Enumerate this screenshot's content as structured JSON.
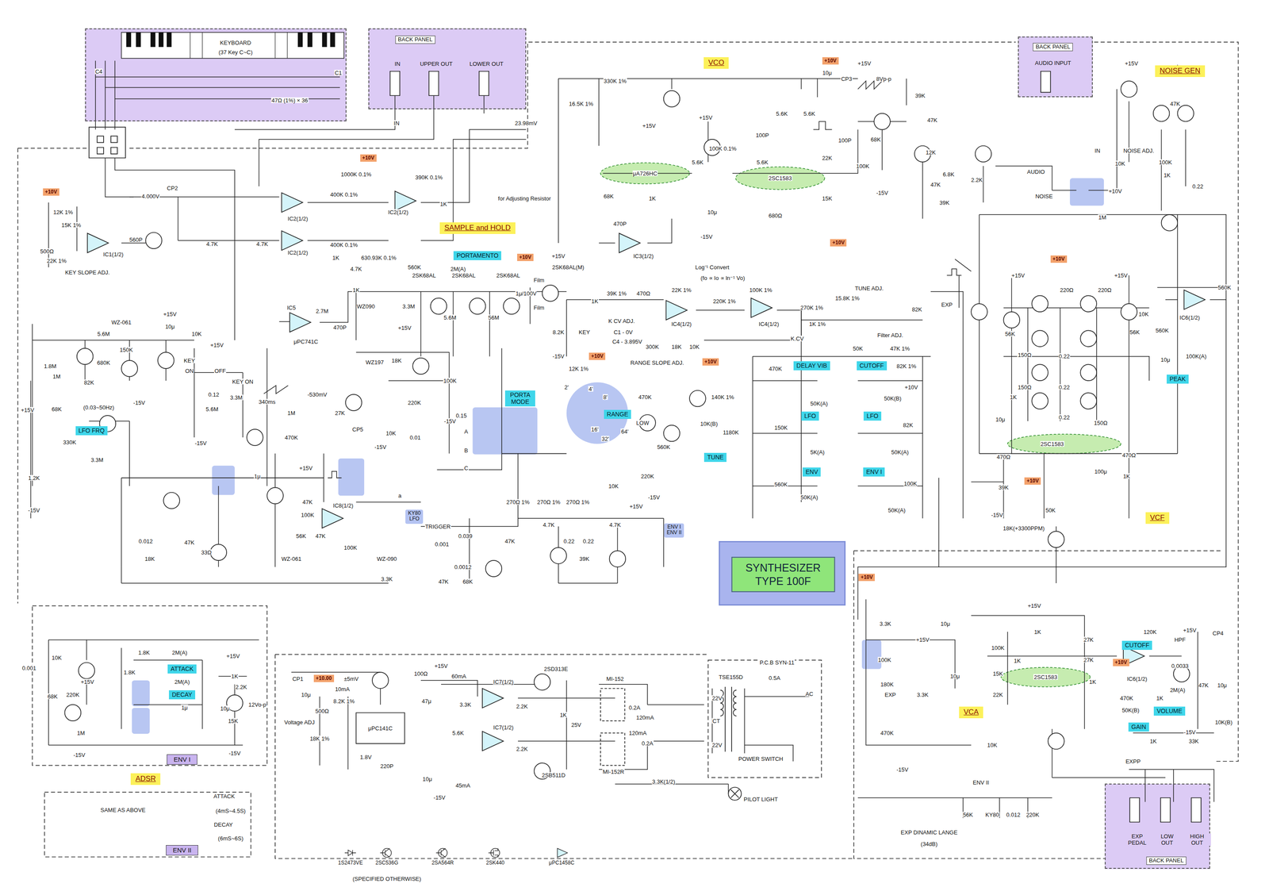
{
  "diagram": {
    "nodes": [
      {
        "text": [
          "KEYBOARD",
          "(37 Key C~C)"
        ]
      },
      {
        "text": [
          "BACK PANEL",
          "IN",
          "UPPER OUT",
          "LOWER OUT"
        ]
      },
      {
        "text": [
          "VCO"
        ]
      },
      {
        "text": [
          "+10V"
        ]
      },
      {
        "text": [
          "BACK PANEL",
          "AUDIO INPUT"
        ]
      },
      {
        "text": [
          "NOISE GEN"
        ]
      },
      {
        "text": [
          "+10V"
        ]
      },
      {
        "text": [
          "+10V"
        ]
      },
      {
        "text": [
          "SAMPLE and HOLD"
        ]
      },
      {
        "text": [
          "PORTAMENTO"
        ]
      },
      {
        "text": [
          "+10V"
        ]
      },
      {
        "text": [
          "+10V"
        ]
      },
      {
        "text": [
          "+10V"
        ]
      },
      {
        "text": [
          "+10V"
        ]
      },
      {
        "text": [
          "+10V"
        ]
      },
      {
        "text": [
          "DELAY VIB"
        ]
      },
      {
        "text": [
          "CUTOFF"
        ]
      },
      {
        "text": [
          "PEAK"
        ]
      },
      {
        "text": [
          "PORTA MODE"
        ]
      },
      {
        "text": [
          "RANGE"
        ]
      },
      {
        "text": [
          "LFO"
        ]
      },
      {
        "text": [
          "LFO"
        ]
      },
      {
        "text": [
          "LFO FRQ"
        ]
      },
      {
        "text": [
          "TUNE"
        ]
      },
      {
        "text": [
          "ENV"
        ]
      },
      {
        "text": [
          "ENV I"
        ]
      },
      {
        "text": [
          "+10V"
        ]
      },
      {
        "text": [
          "KY80",
          "LFO"
        ]
      },
      {
        "text": [
          "ENV I",
          "ENV II"
        ]
      },
      {
        "text": [
          "VCF"
        ]
      },
      {
        "text": [
          "SYNTHESIZER TYPE 100F"
        ]
      },
      {
        "text": [
          "+10V"
        ]
      },
      {
        "text": [
          "CUTOFF"
        ]
      },
      {
        "text": [
          "+10V"
        ]
      },
      {
        "text": [
          "ATTACK"
        ]
      },
      {
        "text": [
          "+10.00"
        ]
      },
      {
        "text": [
          "DECAY"
        ]
      },
      {
        "text": [
          "VCA"
        ]
      },
      {
        "text": [
          "VOLUME"
        ]
      },
      {
        "text": [
          "GAIN"
        ]
      },
      {
        "text": [
          "ENV I"
        ]
      },
      {
        "text": [
          "ADSR"
        ]
      },
      {
        "text": [
          "EXP PEDAL",
          "LOW OUT",
          "HIGH OUT",
          "BACK PANEL"
        ]
      },
      {
        "text": [
          "ENV II"
        ]
      }
    ],
    "labels": [
      "C4",
      "C1",
      "47Ω (1%) × 36",
      "IN",
      "4.000V",
      "CP2",
      "12K 1%",
      "15K 1%",
      "500Ω",
      "22K 1%",
      "KEY SLOPE ADJ.",
      "IC1(1/2)",
      "560P",
      "4.7K",
      "4.7K",
      "IC2(1/2)",
      "IC2(1/2)",
      "400K 0.1%",
      "400K 0.1%",
      "1K",
      "630.93K 0.1%",
      "1000K 0.1%",
      "IC2(1/2)",
      "390K 0.1%",
      "1K",
      "for Adjusting Resistor",
      "23.98mV",
      "16.5K 1%",
      "330K 1%",
      "μA726HC",
      "68K",
      "1K",
      "470P",
      "IC3(1/2)",
      "100P",
      "5.6K",
      "5.6K",
      "5.6K",
      "5.6K",
      "100K 0.1%",
      "2SC1583",
      "680Ω",
      "22K",
      "15K",
      "100P",
      "10μ",
      "10μ",
      "Log⁻¹ Convert",
      "(fo ∝ Io ∝ ln⁻¹ Vo)",
      "CP3",
      "8Vp-p",
      "39K",
      "68K",
      "47K",
      "12K",
      "47K",
      "6.8K",
      "2.2K",
      "39K",
      "100K",
      "-15V",
      "AUDIO",
      "NOISE",
      "IN",
      "NOISE ADJ.",
      "10K",
      "100K",
      "47K",
      "1M",
      "+10V",
      "0.22",
      "1K",
      "4.7K",
      "IC5",
      "μPC741C",
      "2.7M",
      "470P",
      "1K",
      "WZ090",
      "WZ197",
      "18K",
      "560K",
      "2SK68AL",
      "2SK68AL",
      "2SK68AL",
      "2M(A)",
      "3.3M",
      "5.6M",
      "56M",
      "Film",
      "1μ/100V",
      "Film",
      "2SK68AL(M)",
      "8.2K",
      "-15V",
      "KEY",
      "C1 - 0V",
      "C4 - 3.895V",
      "K CV ADJ.",
      "1K",
      "39K 1%",
      "470Ω",
      "22K 1%",
      "IC4(1/2)",
      "100K 1%",
      "220K 1%",
      "IC4(1/2)",
      "K.CV",
      "300K",
      "18K",
      "10K",
      "RANGE SLOPE ADJ.",
      "470K",
      "12K 1%",
      "220K",
      "100K",
      "0.15",
      "10K",
      "0.01",
      "-15V",
      "-15V",
      "27K",
      "A",
      "B",
      "C",
      "2'",
      "4'",
      "8'",
      "16'",
      "32'",
      "64'",
      "LOW",
      "270Ω 1%",
      "270Ω 1%",
      "270Ω 1%",
      "10K",
      "220K",
      "560K",
      "10K(B)",
      "1180K",
      "140K 1%",
      "-15V",
      "470K",
      "50K(A)",
      "150K",
      "5K(A)",
      "560K",
      "50K(A)",
      "82K 1%",
      "+10V",
      "50K(B)",
      "82K",
      "50K(A)",
      "100K",
      "50K(A)",
      "270K 1%",
      "15.8K 1%",
      "1K 1%",
      "TUNE ADJ.",
      "82K",
      "Filter ADJ.",
      "50K",
      "47K 1%",
      "EXP",
      "560K",
      "IC6(1/2)",
      "220Ω",
      "220Ω",
      "56K",
      "1K",
      "10μ",
      "0.22",
      "0.22",
      "0.22",
      "150Ω",
      "150Ω",
      "150Ω",
      "2SC1583",
      "470Ω",
      "470Ω",
      "10K",
      "56K",
      "560K",
      "100K(A)",
      "10μ",
      "100μ",
      "1K",
      "-15V",
      "39K",
      "18K(+3300PPM)",
      "50K",
      "120K",
      "HPF",
      "0.0033",
      "IC6(1/2)",
      "27K",
      "27K",
      "1K",
      "1K",
      "15K",
      "100K",
      "2SC1583",
      "1K",
      "22K",
      "2M(A)",
      "1K",
      "47K",
      "10μ",
      "CP4",
      "-15V",
      "10K(B)",
      "470K",
      "50K(B)",
      "1K",
      "33K",
      "3.3K",
      "100K",
      "10μ",
      "10μ",
      "3.3K",
      "180K",
      "470K",
      "-15V",
      "10K",
      "EXP",
      "ENV II",
      "KY80",
      "56K",
      "0.012",
      "220K",
      "EXP DINAMIC LANGE",
      "(34dB)",
      "EXPP",
      "CP1",
      "10mA",
      "±5mV",
      "100Ω",
      "60mA",
      "2SD313E",
      "IC7(1/2)",
      "2.2K",
      "1K",
      "25V",
      "IC7(1/2)",
      "2.2K",
      "2SB511D",
      "MI-152",
      "MI-152R",
      "0.2A",
      "120mA",
      "120mA",
      "0.2A",
      "TSE155D",
      "0.5A",
      "22V",
      "CT",
      "22V",
      "AC",
      "POWER SWITCH",
      "3.3K(1/2)",
      "PILOT LIGHT",
      "P.C.B SYN-11",
      "μPC141C",
      "Voltage ADJ",
      "500Ω",
      "8.2K 1%",
      "18K 1%",
      "1.8V",
      "220P",
      "47μ",
      "10μ",
      "10μ",
      "-15V",
      "45mA",
      "5.6K",
      "3.3K",
      "0.001",
      "10K",
      "68K",
      "220K",
      "1M",
      "1.8K",
      "2M(A)",
      "1.8K",
      "2M(A)",
      "1μ",
      "10μ",
      "2.2K",
      "15K",
      "12Vo-p",
      "-15V",
      "-15V",
      "1K",
      "SAME AS ABOVE",
      "ATTACK",
      "(4mS~4.5S)",
      "DECAY",
      "(6mS~6S)",
      "5.6M",
      "WZ-061",
      "1.8M",
      "1M",
      "680K",
      "82K",
      "150K",
      "10μ",
      "10K",
      "-15V",
      "KEY",
      "ON",
      "OFF",
      "0.12",
      "5.6M",
      "3.3M",
      "KEY ON",
      "340ms",
      "-530mV",
      "1M",
      "470K",
      "-15V",
      "(0.03~50Hz)",
      "68K",
      "330K",
      "3.3M",
      "1.2K",
      "-15V",
      "CP5",
      "47K",
      "100K",
      "IC8(1/2)",
      "100K",
      "56K",
      "47K",
      "33Ω",
      "0.012",
      "18K",
      "47K",
      "WZ-090",
      "3.3K",
      "WZ-061",
      "TRIGGER",
      "0.039",
      "0.001",
      "0.0012",
      "47K",
      "68K",
      "4.7K",
      "0.22",
      "0.22",
      "39K",
      "4.7K",
      "47K",
      "a",
      "1μ",
      "+15V",
      "+15V",
      "+15V",
      "+15V",
      "+15V",
      "+15V",
      "+15V",
      "+15V",
      "+15V",
      "+15V",
      "+15V",
      "+15V",
      "+15V",
      "+15V",
      "+15V",
      "+15V",
      "+15V",
      "+15V",
      "+15V",
      "-15V",
      "(SPECIFIED OTHERWISE)"
    ],
    "legend": [
      {
        "text": "1S2473VE"
      },
      {
        "text": "2SC536G"
      },
      {
        "text": "2SA564R"
      },
      {
        "text": "2SK440"
      },
      {
        "text": "μPC1458C"
      }
    ]
  }
}
